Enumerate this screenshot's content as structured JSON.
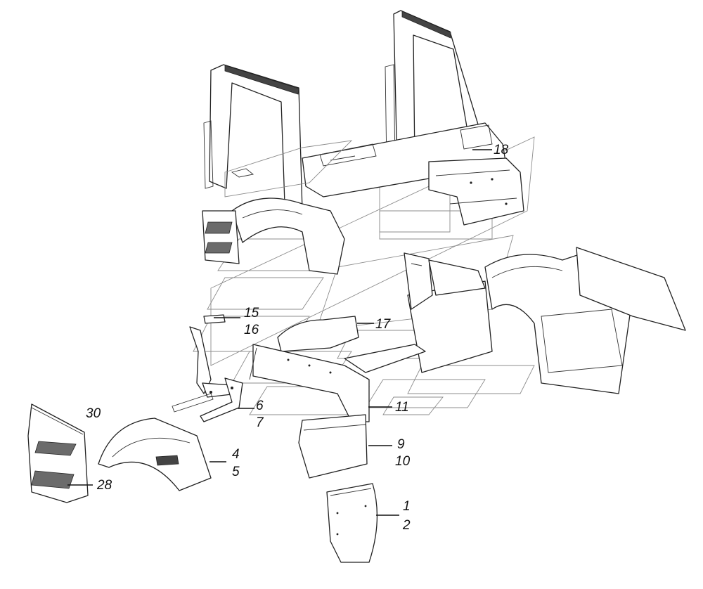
{
  "labels": {
    "l1": "1",
    "l2": "2",
    "l4": "4",
    "l5": "5",
    "l6": "6",
    "l7": "7",
    "l9": "9",
    "l10": "10",
    "l11": "11",
    "l15": "15",
    "l16": "16",
    "l17": "17",
    "l18": "18",
    "l28": "28",
    "l30": "30"
  }
}
